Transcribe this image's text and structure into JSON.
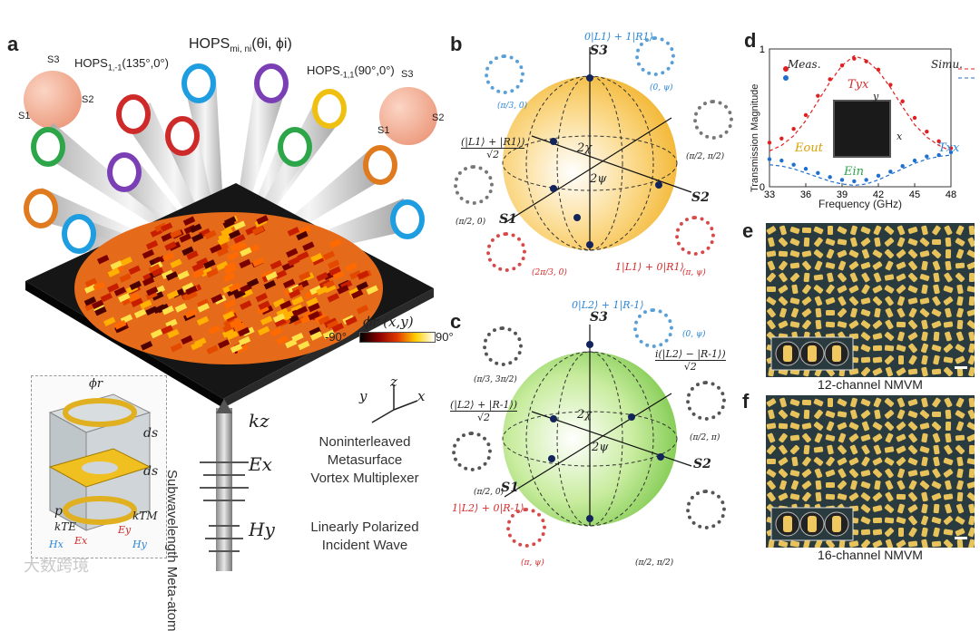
{
  "panels": {
    "a": {
      "label": "a",
      "hops_general": "HOPS",
      "hops_general_sub": "mi, ni",
      "hops_general_args": "(θi, ϕi)",
      "hops_left": "HOPS",
      "hops_left_sub": "1,-1",
      "hops_left_args": "(135°,0°)",
      "hops_right": "HOPS",
      "hops_right_sub": "-1,1",
      "hops_right_args": "(90°,0°)",
      "sphere_axes": [
        "S3",
        "S2",
        "S1"
      ],
      "phase_map_label": "ϕr (x,y)",
      "colorbar_min": "-90°",
      "colorbar_max": "90°",
      "axis_x": "x",
      "axis_y": "y",
      "axis_z": "z",
      "kz": "kz",
      "ex": "Ex",
      "hy": "Hy",
      "device_caption": [
        "Noninterleaved",
        "Metasurface",
        "Vortex Multiplexer"
      ],
      "incident_caption": [
        "Linearly Polarized",
        "Incident Wave"
      ],
      "meta_atom_caption": "Subwavelength Meta-atom",
      "inset_phi": "ϕr",
      "inset_ds1": "ds",
      "inset_ds2": "ds",
      "inset_p": "p",
      "inset_kte": "kTE",
      "inset_ktm": "kTM",
      "inset_hx": "Hx",
      "inset_ex": "Ex",
      "inset_ey": "Ey",
      "inset_hy": "Hy",
      "watermark": "大数跨境",
      "ring_colors": [
        "#e07a1f",
        "#1e9ee0",
        "#2da64a",
        "#7b3fb5",
        "#cf2a2a",
        "#1e9ee0",
        "#cf2a2a",
        "#7b3fb5",
        "#2da64a",
        "#f0c010"
      ]
    },
    "b": {
      "label": "b",
      "top_state": "0|L1⟩ + 1|R1⟩",
      "bottom_state": "1|L1⟩ + 0|R1⟩",
      "left_state_num": "(|L1⟩ + |R1⟩)",
      "left_state_den": "√2",
      "s1": "S1",
      "s2": "S2",
      "s3": "S3",
      "two_chi": "2χ",
      "two_psi": "2ψ",
      "coords": [
        "(π/3, 0)",
        "(0, ψ)",
        "(π/2, π/2)",
        "(π/2, 0)",
        "(2π/3, 0)",
        "(π, ψ)"
      ],
      "sphere_color": "#f6c24a"
    },
    "c": {
      "label": "c",
      "top_state": "0|L2⟩ + 1|R-1⟩",
      "bottom_state": "1|L2⟩ + 0|R-1⟩",
      "left_state_num": "(|L2⟩ + |R-1⟩)",
      "left_state_den": "√2",
      "right_state_num": "i(|L2⟩ − |R-1⟩)",
      "right_state_den": "√2",
      "s1": "S1",
      "s2": "S2",
      "s3": "S3",
      "two_chi": "2χ",
      "two_psi": "2ψ",
      "coords": [
        "(π/3, 3π/2)",
        "(0, ψ)",
        "(π/2, π)",
        "(π/2, 0)",
        "(π, ψ)",
        "(π/2, π/2)"
      ],
      "sphere_color": "#8fd35a"
    },
    "d": {
      "label": "d",
      "legend_meas": "Meas.",
      "legend_simu": "Simu.",
      "tyx": "Tyx",
      "txx": "Txx",
      "eout": "Eout",
      "ein": "Ein",
      "inset_x": "x",
      "inset_y": "y"
    },
    "e": {
      "label": "e",
      "caption": "12-channel NMVM"
    },
    "f": {
      "label": "f",
      "caption": "16-channel NMVM"
    }
  },
  "chart_data": {
    "type": "scatter",
    "xlabel": "Frequency (GHz)",
    "ylabel": "Transmission Magnitude",
    "xlim": [
      33,
      48
    ],
    "ylim": [
      0,
      1
    ],
    "xticks": [
      "33",
      "36",
      "39",
      "42",
      "45",
      "48"
    ],
    "yticks": [
      "0",
      "1"
    ],
    "series": [
      {
        "name": "Tyx",
        "style": "measured-dots",
        "color": "#e02020",
        "x": [
          33,
          34,
          35,
          36,
          37,
          38,
          39,
          40,
          41,
          42,
          43,
          44,
          45,
          46,
          47,
          48
        ],
        "y": [
          0.32,
          0.35,
          0.42,
          0.52,
          0.66,
          0.78,
          0.88,
          0.93,
          0.91,
          0.85,
          0.74,
          0.62,
          0.5,
          0.4,
          0.33,
          0.28
        ]
      },
      {
        "name": "Tyx",
        "style": "simulated-dash",
        "color": "#e02020",
        "x": [
          33,
          34,
          35,
          36,
          37,
          38,
          39,
          40,
          41,
          42,
          43,
          44,
          45,
          46,
          47,
          48
        ],
        "y": [
          0.26,
          0.3,
          0.37,
          0.48,
          0.62,
          0.76,
          0.88,
          0.95,
          0.92,
          0.84,
          0.72,
          0.58,
          0.45,
          0.36,
          0.3,
          0.26
        ]
      },
      {
        "name": "Txx",
        "style": "measured-dots",
        "color": "#1e6fd0",
        "x": [
          33,
          34,
          35,
          36,
          37,
          38,
          39,
          40,
          41,
          42,
          43,
          44,
          45,
          46,
          47,
          48
        ],
        "y": [
          0.2,
          0.19,
          0.16,
          0.13,
          0.1,
          0.07,
          0.05,
          0.04,
          0.05,
          0.08,
          0.11,
          0.15,
          0.19,
          0.22,
          0.23,
          0.25
        ]
      },
      {
        "name": "Txx",
        "style": "simulated-dash",
        "color": "#1e6fd0",
        "x": [
          33,
          34,
          35,
          36,
          37,
          38,
          39,
          40,
          41,
          42,
          43,
          44,
          45,
          46,
          47,
          48
        ],
        "y": [
          0.16,
          0.15,
          0.13,
          0.1,
          0.07,
          0.04,
          0.02,
          0.01,
          0.02,
          0.05,
          0.09,
          0.13,
          0.17,
          0.2,
          0.22,
          0.23
        ]
      }
    ]
  }
}
